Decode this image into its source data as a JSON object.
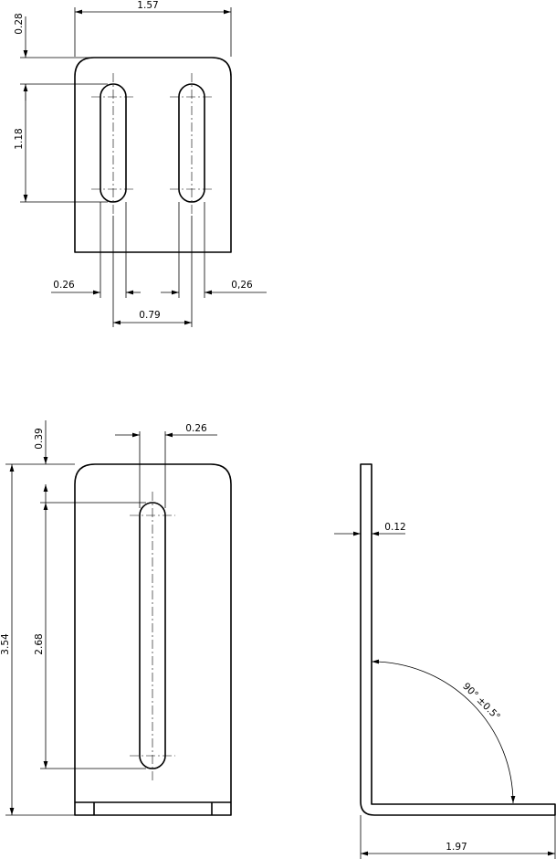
{
  "views": {
    "top": {
      "dims": {
        "width_total": "1.57",
        "top_offset": "0.28",
        "slot_length": "1.18",
        "left_margin": "0.26",
        "right_margin": "0,26",
        "slot_spacing": "0.79"
      }
    },
    "front": {
      "dims": {
        "slot_width": "0.26",
        "top_offset": "0.39",
        "total_height": "3.54",
        "slot_length": "2.68"
      }
    },
    "side": {
      "dims": {
        "thickness": "0.12",
        "angle": "90° ±0.5°",
        "base_length": "1.97"
      }
    }
  }
}
